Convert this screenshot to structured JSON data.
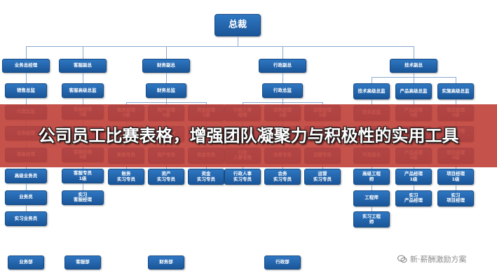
{
  "banner": {
    "title": "公司员工比赛表格，增强团队凝聚力与积极性的实用工具"
  },
  "watermark": {
    "text": "新·薪酬激励方案"
  },
  "org": {
    "top": "总裁",
    "departments": [
      {
        "head": "业务总经理",
        "chain": [
          "销售总监",
          "代理总监",
          "业务经理",
          "储备经理",
          "高级业务员",
          "业务员",
          "实习业务员"
        ],
        "base": "业务部"
      },
      {
        "head": "客服副总",
        "chain": [
          "客服高级总监",
          "客服经理\n1级",
          "客服经理\n2级",
          "客服经理\n3级",
          "客服专员\n1级",
          "实习\n客服经理"
        ],
        "base": "客服部"
      },
      {
        "head": "财务副总",
        "chain": [
          "财务总监"
        ],
        "columns": [
          [
            "账务经理\n1级",
            "账务主管",
            "账务专员",
            "账务\n实习专员"
          ],
          [
            "资产经理\n1级",
            "资产主管",
            "资产专员",
            "资产\n实习专员"
          ],
          [
            "资金经理\n1级",
            "资金主管",
            "资金专员",
            "资金\n实习专员"
          ]
        ],
        "base": "财务部"
      },
      {
        "head": "行政副总",
        "chain": [
          "行政总监"
        ],
        "columns": [
          [
            "行政人事\n经理",
            "行政人事\n主管",
            "行政\n人事专员",
            "行政人事\n实习专员"
          ],
          [
            "会务经理\n1级",
            "会务主管",
            "会务专员",
            "会务\n实习专员"
          ],
          [
            "运营经理\n1级",
            "运营主管",
            "运营专员",
            "运营\n实习专员"
          ]
        ],
        "base": "行政部"
      },
      {
        "head": "技术副总",
        "columns": [
          [
            "技术高级总监",
            "技术总监",
            "开发经理",
            "开发组长",
            "高级工程\n师",
            "工程师",
            "实习工程\n师"
          ],
          [
            "产品高级总监",
            "产品经理\n1级",
            "产品经理\n2级",
            "产品经理\n3级",
            "产品经理\n1级",
            "实习\n产品经理"
          ],
          [
            "实施高级总监",
            "项目经理\n1级",
            "项目经理\n2级",
            "项目经理\n3级",
            "项目经理\n1级",
            "实习\n项目经理"
          ]
        ]
      }
    ]
  }
}
